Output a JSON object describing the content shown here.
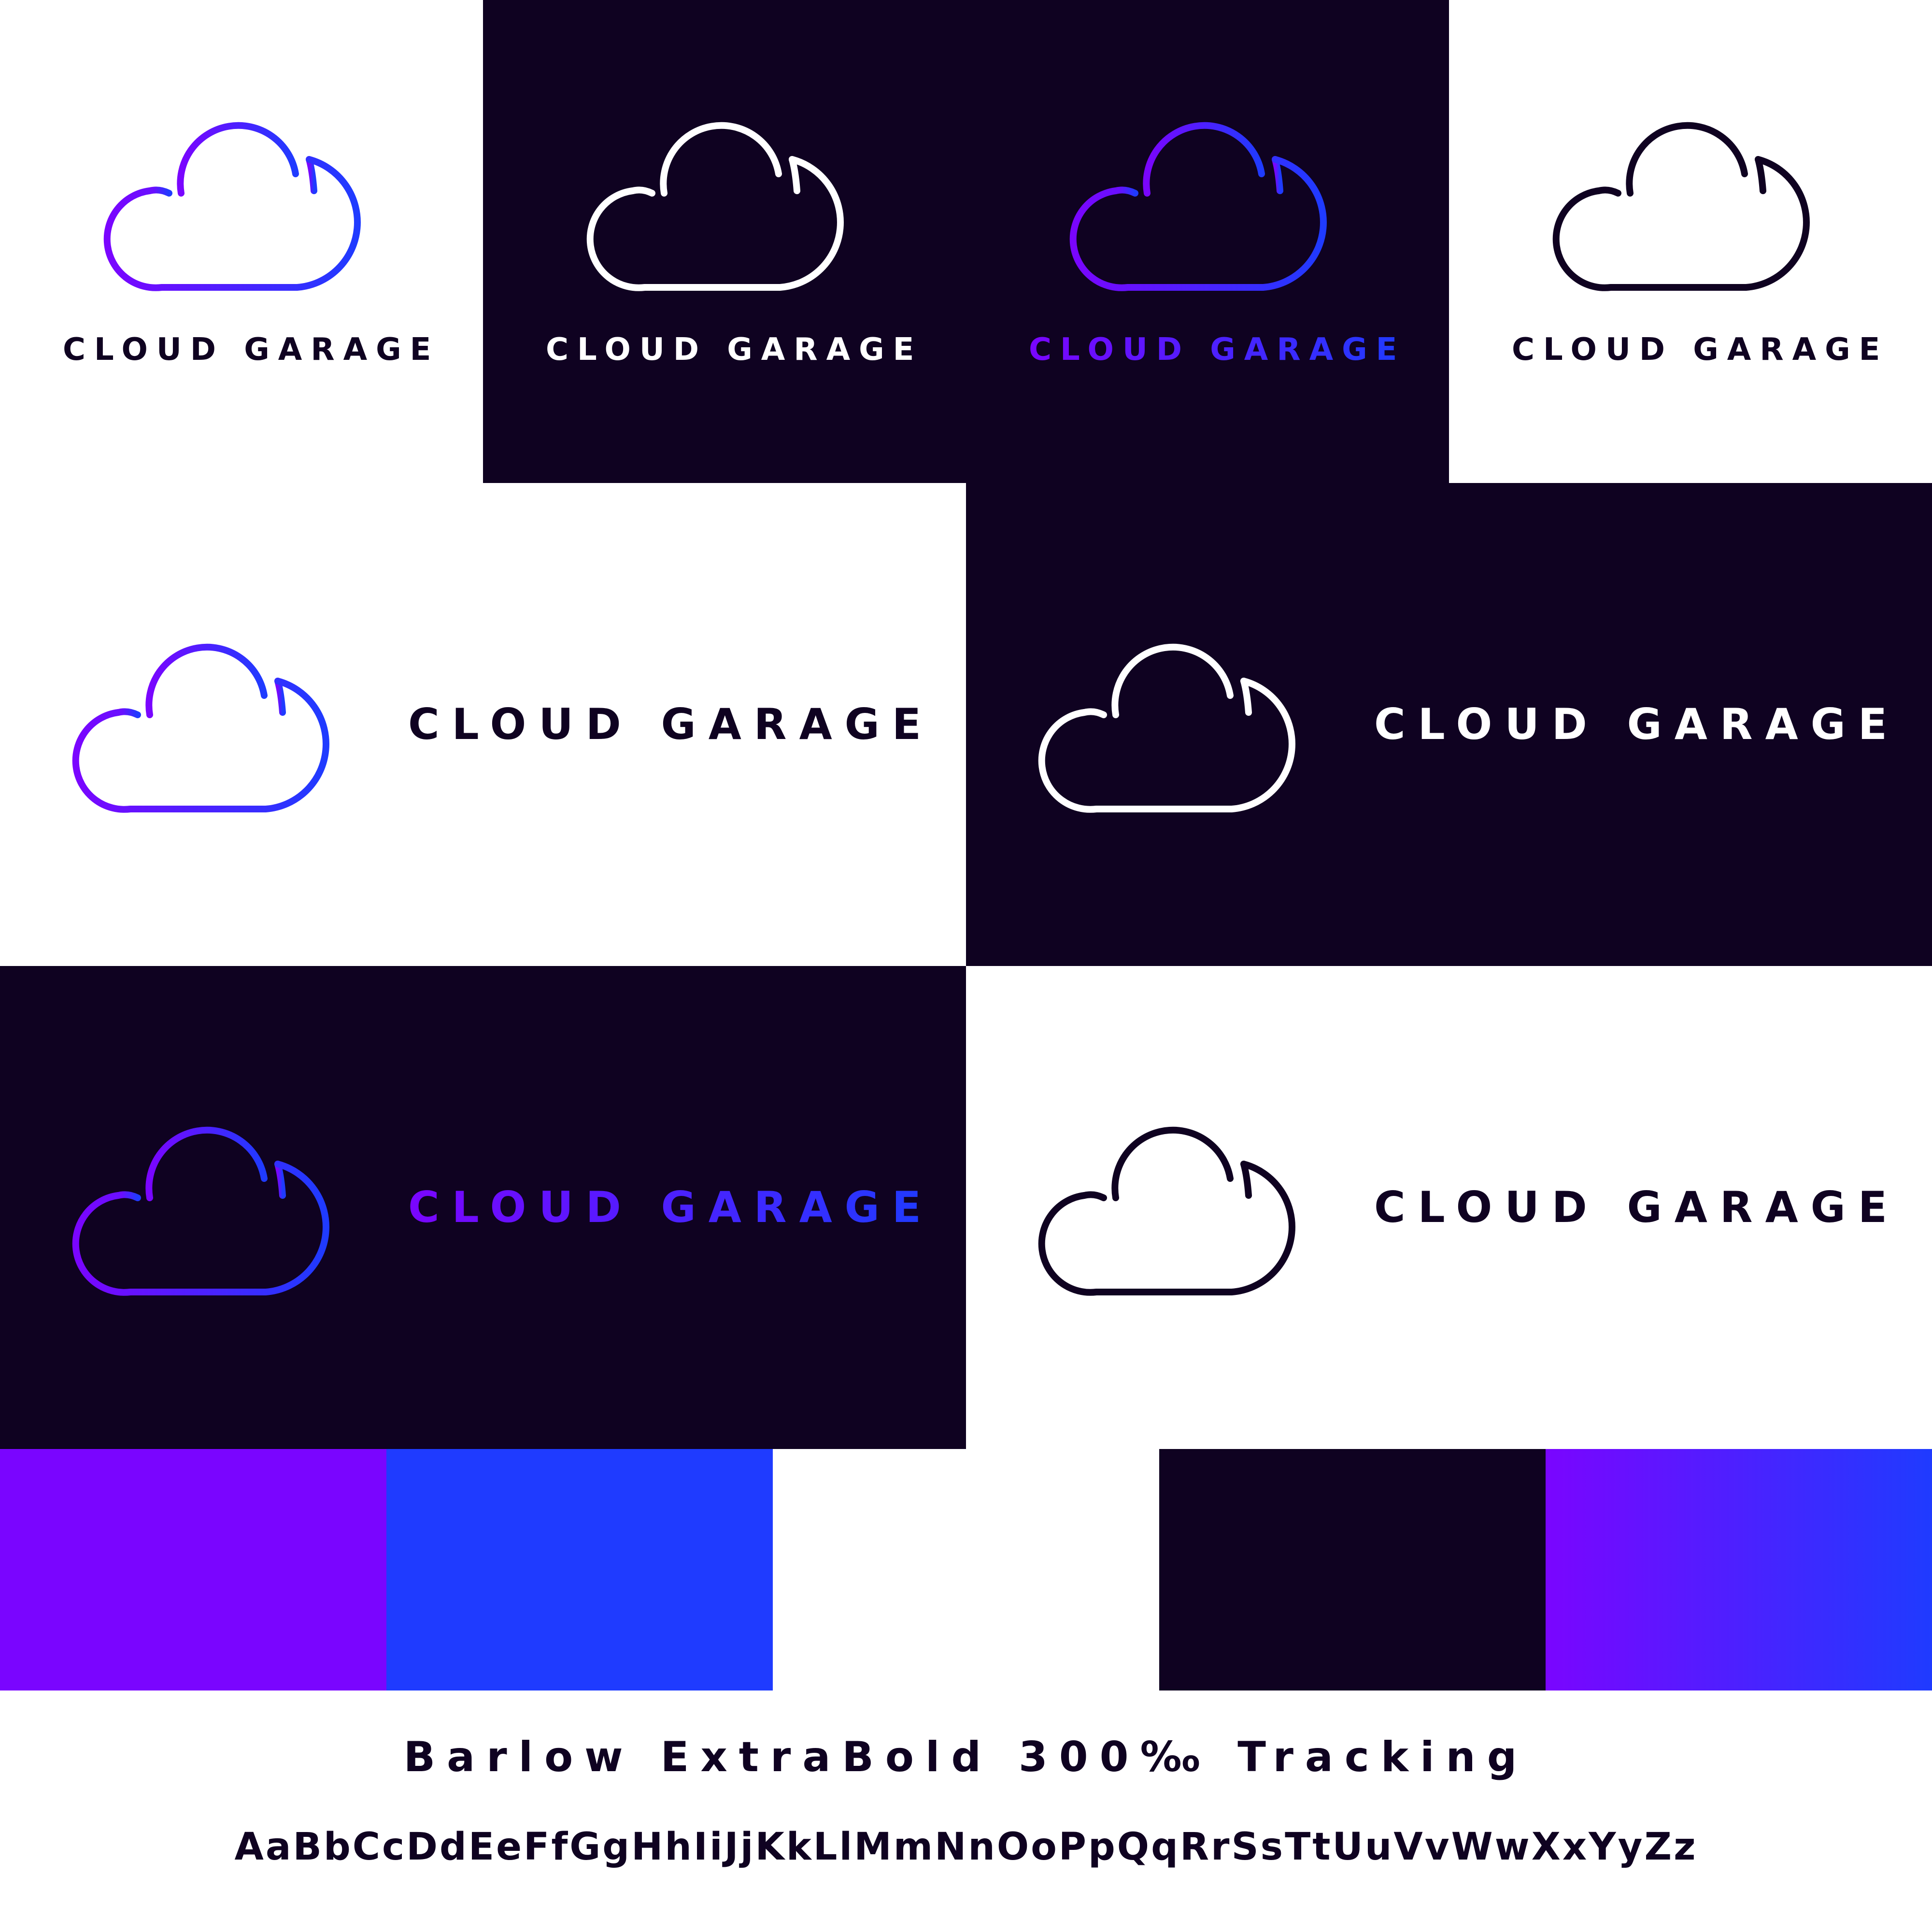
{
  "colors": {
    "purple": "#7a05ff",
    "blue": "#1f3bff",
    "white": "#ffffff",
    "navy": "#0f0221"
  },
  "logo": {
    "icon": "cloud-icon",
    "wordmark": "CLOUD GARAGE"
  },
  "variants": [
    {
      "background": "white",
      "icon_style": "gradient",
      "text_style": "navy"
    },
    {
      "background": "navy",
      "icon_style": "white",
      "text_style": "white"
    },
    {
      "background": "navy",
      "icon_style": "gradient",
      "text_style": "gradient"
    },
    {
      "background": "white",
      "icon_style": "navy",
      "text_style": "navy"
    },
    {
      "background": "white",
      "icon_style": "gradient",
      "text_style": "navy"
    },
    {
      "background": "navy",
      "icon_style": "white",
      "text_style": "white"
    },
    {
      "background": "navy",
      "icon_style": "gradient",
      "text_style": "gradient"
    },
    {
      "background": "white",
      "icon_style": "navy",
      "text_style": "navy"
    }
  ],
  "palette": [
    "#7a05ff",
    "#1f3bff",
    "#ffffff",
    "#0f0221",
    "gradient"
  ],
  "typography": {
    "title": "Barlow ExtraBold 300‰ Tracking",
    "alphabet": "AaBbCcDdEeFfGgHhIiJjKkLlMmNnOoPpQqRrSsTtUuVvWwXxYyZz"
  }
}
